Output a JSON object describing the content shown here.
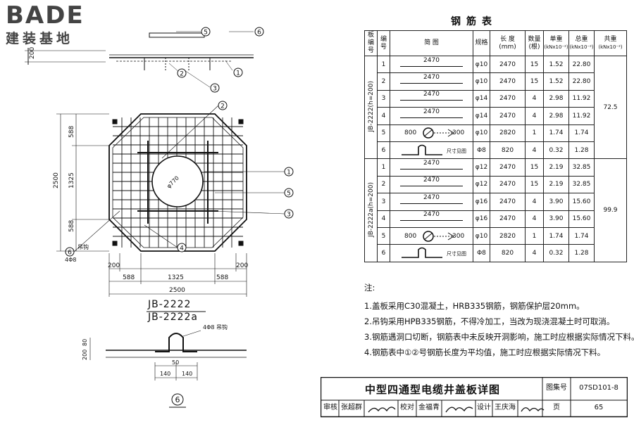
{
  "logo": {
    "main": "BADE",
    "sub": "建装基地"
  },
  "drawing": {
    "plan_dims": {
      "left_total": "2500",
      "left_top": "588",
      "left_mid": "1325",
      "left_bottom": "588",
      "bottom_a": "200",
      "bottom_b": "588",
      "bottom_c": "1325",
      "bottom_d": "588",
      "bottom_e": "200",
      "bottom_total": "2500",
      "section_thk": "200",
      "hole_dia": "φ770"
    },
    "callouts": [
      "1",
      "2",
      "3",
      "4",
      "5",
      "6"
    ],
    "hook_label": "吊钩",
    "hook_bar": "4Φ8",
    "caption_a": "JB-2222",
    "caption_b": "JB-2222a",
    "detail6": {
      "label": "4Φ8 吊钩",
      "h1": "200",
      "h2": "80",
      "w": "50",
      "a": "140",
      "b": "140",
      "tag": "6"
    }
  },
  "table": {
    "title": "钢筋表",
    "headers": {
      "board_no": "板编号",
      "no": "编号",
      "sketch": "简 图",
      "spec": "规格",
      "length": "长 度",
      "length_unit": "(mm)",
      "qty": "数量",
      "qty_unit": "(根)",
      "unit_wt": "单重",
      "unit_wt_unit": "(kNx10⁻²)",
      "total_wt": "总重",
      "total_wt_unit": "(kNx10⁻²)",
      "sum": "共重",
      "sum_unit": "(kNx10⁻²)"
    },
    "groups": [
      {
        "board": "JB-2222(h=200)",
        "sum": "72.5",
        "rows": [
          {
            "no": "1",
            "sketch": "2470",
            "type": "bar",
            "spec": "φ10",
            "length": "2470",
            "qty": "15",
            "unit": "1.52",
            "total": "22.80"
          },
          {
            "no": "2",
            "sketch": "2470",
            "type": "bar",
            "spec": "φ10",
            "length": "2470",
            "qty": "15",
            "unit": "1.52",
            "total": "22.80"
          },
          {
            "no": "3",
            "sketch": "2470",
            "type": "bar",
            "spec": "φ14",
            "length": "2470",
            "qty": "4",
            "unit": "2.98",
            "total": "11.92"
          },
          {
            "no": "4",
            "sketch": "2470",
            "type": "bar",
            "spec": "φ14",
            "length": "2470",
            "qty": "4",
            "unit": "2.98",
            "total": "11.92"
          },
          {
            "no": "5",
            "sketch": "800",
            "sketch2": "300",
            "type": "ring",
            "spec": "φ10",
            "length": "2820",
            "qty": "1",
            "unit": "1.74",
            "total": "1.74"
          },
          {
            "no": "6",
            "sketch": "尺寸见图",
            "type": "hook",
            "spec": "Φ8",
            "length": "820",
            "qty": "4",
            "unit": "0.32",
            "total": "1.28"
          }
        ]
      },
      {
        "board": "JB-2222a(h=200)",
        "sum": "99.9",
        "rows": [
          {
            "no": "1",
            "sketch": "2470",
            "type": "bar",
            "spec": "φ12",
            "length": "2470",
            "qty": "15",
            "unit": "2.19",
            "total": "32.85"
          },
          {
            "no": "2",
            "sketch": "2470",
            "type": "bar",
            "spec": "φ12",
            "length": "2470",
            "qty": "15",
            "unit": "2.19",
            "total": "32.85"
          },
          {
            "no": "3",
            "sketch": "2470",
            "type": "bar",
            "spec": "φ16",
            "length": "2470",
            "qty": "4",
            "unit": "3.90",
            "total": "15.60"
          },
          {
            "no": "4",
            "sketch": "2470",
            "type": "bar",
            "spec": "φ16",
            "length": "2470",
            "qty": "4",
            "unit": "3.90",
            "total": "15.60"
          },
          {
            "no": "5",
            "sketch": "800",
            "sketch2": "300",
            "type": "ring",
            "spec": "φ10",
            "length": "2820",
            "qty": "1",
            "unit": "1.74",
            "total": "1.74"
          },
          {
            "no": "6",
            "sketch": "尺寸见图",
            "type": "hook",
            "spec": "Φ8",
            "length": "820",
            "qty": "4",
            "unit": "0.32",
            "total": "1.28"
          }
        ]
      }
    ]
  },
  "notes": {
    "heading": "注:",
    "items": [
      "1.盖板采用C30混凝土，HRB335钢筋，钢筋保护层20mm。",
      "2.吊钩采用HPB335钢筋，不得冷加工，当改为现浇混凝土时可取消。",
      "3.钢筋遇洞口切断，钢筋表中未反映开洞影响，施工时应根据实际情况下料。",
      "4.钢筋表中①②号钢筋长度为平均值，施工时应根据实际情况下料。"
    ]
  },
  "title_block": {
    "title": "中型四通型电缆井盖板详图",
    "atlas_label": "图集号",
    "atlas_no": "07SD101-8",
    "review": "审核",
    "reviewer": "张超群",
    "check": "校对",
    "checker": "金福青",
    "design": "设计",
    "designer": "王庆海",
    "page_label": "页",
    "page_no": "65"
  }
}
